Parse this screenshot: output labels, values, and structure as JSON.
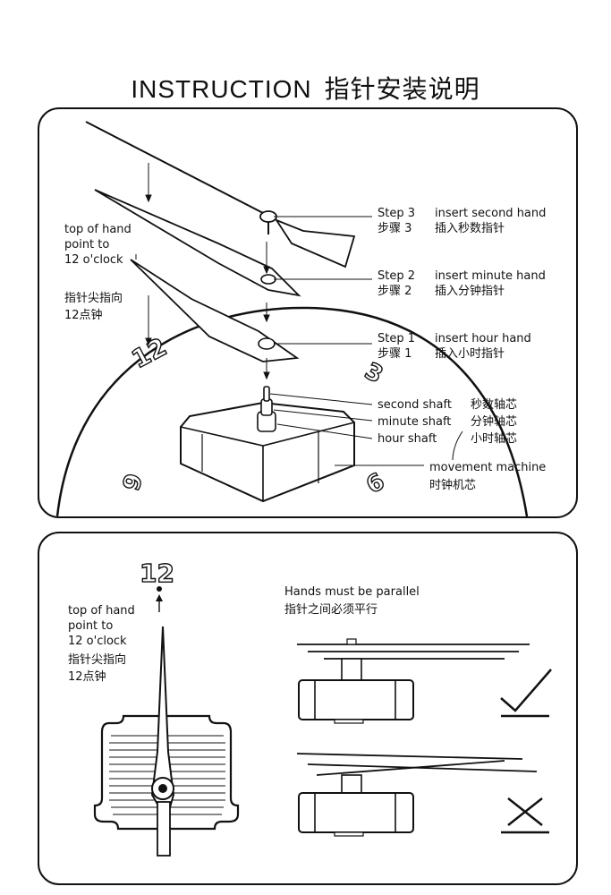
{
  "header": {
    "title_en": "INSTRUCTION",
    "title_cn": "指针安装说明"
  },
  "panel1": {
    "top_note_en": [
      "top of hand",
      "point to",
      "12 o'clock"
    ],
    "top_note_cn": [
      "指针尖指向",
      "12点钟"
    ],
    "steps": [
      {
        "en_step": "Step 3",
        "en_action": "insert second hand",
        "cn_step": "步骤 3",
        "cn_action": "插入秒数指针"
      },
      {
        "en_step": "Step 2",
        "en_action": "insert minute hand",
        "cn_step": "步骤 2",
        "cn_action": "插入分钟指针"
      },
      {
        "en_step": "Step 1",
        "en_action": "insert hour hand",
        "cn_step": "步骤 1",
        "cn_action": "插入小时指针"
      }
    ],
    "shafts": [
      {
        "en": "second shaft",
        "cn": "秒数轴芯"
      },
      {
        "en": "minute shaft",
        "cn": "分钟轴芯"
      },
      {
        "en": "hour shaft",
        "cn": "小时轴芯"
      }
    ],
    "movement": {
      "en": "movement  machine",
      "cn": "时钟机芯"
    },
    "dial_numbers": [
      "12",
      "3",
      "9",
      "6"
    ]
  },
  "panel2": {
    "twelve": "12",
    "top_note_en": [
      "top of hand",
      "point to",
      "12 o'clock"
    ],
    "top_note_cn": [
      "指针尖指向",
      "12点钟"
    ],
    "parallel_en": "Hands must be parallel",
    "parallel_cn": "指针之间必须平行",
    "marks": {
      "correct": "check-icon",
      "wrong": "cross-icon"
    }
  }
}
